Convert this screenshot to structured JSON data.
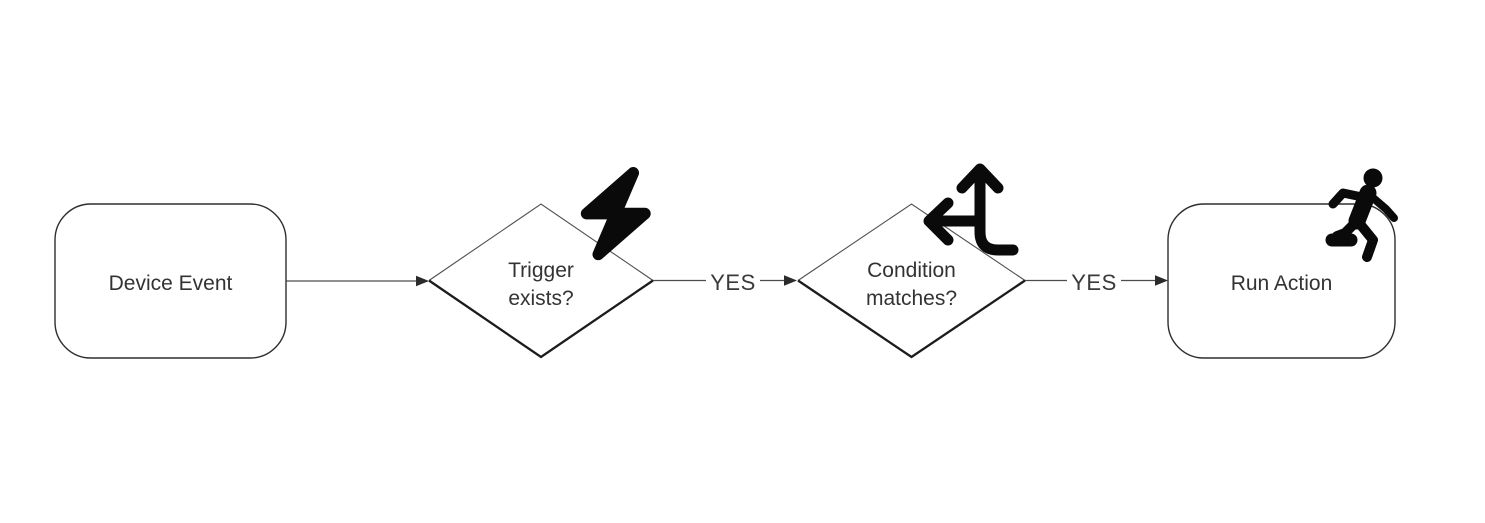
{
  "diagram_type": "flowchart",
  "nodes": [
    {
      "id": "device-event",
      "shape": "rounded-rectangle",
      "label": "Device Event",
      "icon": null
    },
    {
      "id": "trigger-exists",
      "shape": "decision-diamond",
      "label_line1": "Trigger",
      "label_line2": "exists?",
      "icon": "lightning-bolt-icon"
    },
    {
      "id": "condition-matches",
      "shape": "decision-diamond",
      "label_line1": "Condition",
      "label_line2": "matches?",
      "icon": "arrows-split-up-left-icon"
    },
    {
      "id": "run-action",
      "shape": "rounded-rectangle",
      "label": "Run Action",
      "icon": "person-running-icon"
    }
  ],
  "edges": [
    {
      "from": "device-event",
      "to": "trigger-exists",
      "label": ""
    },
    {
      "from": "trigger-exists",
      "to": "condition-matches",
      "label": "YES"
    },
    {
      "from": "condition-matches",
      "to": "run-action",
      "label": "YES"
    }
  ],
  "colors": {
    "background": "#ffffff",
    "shape_fill": "#ffffff",
    "line": "#4d4d4d",
    "shape_edge_light": "#4f4f4f",
    "shape_edge_dark": "#1c1c1c",
    "text": "#333333",
    "edge_label_text": "#3a3a3a",
    "icon": "#0a0a0a"
  }
}
